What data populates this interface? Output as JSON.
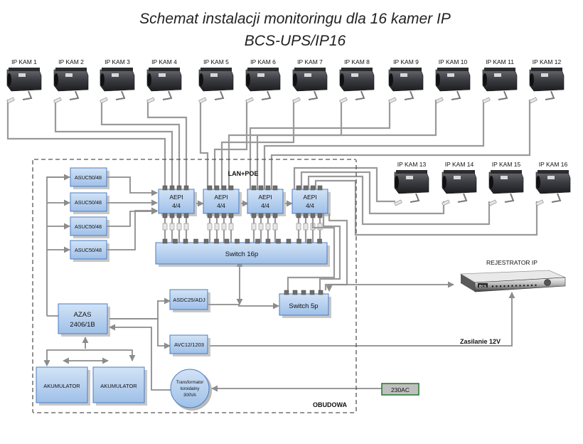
{
  "title_line1": "Schemat instalacji monitoringu dla 16 kamer IP",
  "title_line2": "BCS-UPS/IP16",
  "cameras": [
    "IP KAM 1",
    "IP KAM 2",
    "IP KAM 3",
    "IP KAM 4",
    "IP KAM 5",
    "IP KAM 6",
    "IP KAM 7",
    "IP KAM 8",
    "IP KAM 9",
    "IP KAM 10",
    "IP KAM 11",
    "IP KAM 12",
    "IP KAM 13",
    "IP KAM 14",
    "IP KAM 15",
    "IP KAM 16"
  ],
  "lan_poe_label": "LAN+POE",
  "asuc_modules": [
    "ASUC50/48",
    "ASUC50/48",
    "ASUC50/48",
    "ASUC50/48"
  ],
  "aepi_modules": [
    {
      "line1": "AEPI",
      "line2": "4/4"
    },
    {
      "line1": "AEPI",
      "line2": "4/4"
    },
    {
      "line1": "AEPI",
      "line2": "4/4"
    },
    {
      "line1": "AEPI",
      "line2": "4/4"
    }
  ],
  "switch16": "Switch 16p",
  "switch5": "Switch 5p",
  "azas": {
    "line1": "AZAS",
    "line2": "2406/1B"
  },
  "asdc": "ASDC25/ADJ",
  "avc": "AVC12/1203",
  "batteries": [
    "AKUMULATOR",
    "AKUMULATOR"
  ],
  "transformer": {
    "line1": "Transformator",
    "line2": "toroidalny",
    "line3": "300VA"
  },
  "mains": "230AC",
  "enclosure_label": "OBUDOWA",
  "recorder_label": "REJESTRATOR IP",
  "power_label": "Zasilanie 12V",
  "recorder_brand": "BCS",
  "colors": {
    "box_top": "#c9dcf3",
    "box_bottom": "#9fc0e8",
    "box_border": "#4b7cc0",
    "wire": "#9a9a9a"
  }
}
